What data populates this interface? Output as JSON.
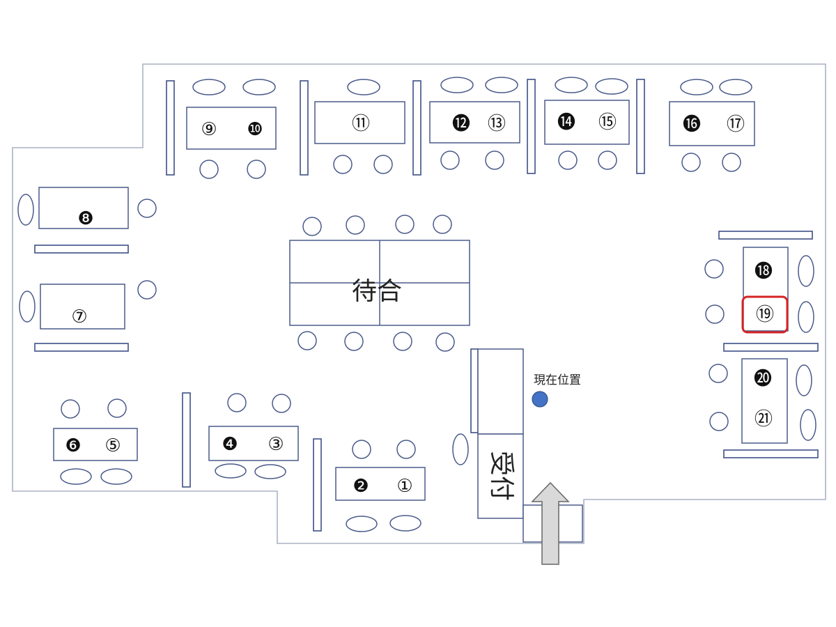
{
  "map": {
    "waiting_label": "待合",
    "reception_label": "受付",
    "current_location_label": "現在位置",
    "highlighted_seat": "⑲",
    "colors": {
      "outline": "#aab2c4",
      "furniture": "#4a5a8a",
      "current_location_dot": "#4472c4",
      "highlight": "#d62424",
      "entrance_arrow": "#d9d9d9"
    },
    "seat_numbers": {
      "n1": "①",
      "n2": "❷",
      "n3": "③",
      "n4": "❹",
      "n5": "⑤",
      "n6": "❻",
      "n7": "⑦",
      "n8": "❽",
      "n9": "⑨",
      "n10": "❿",
      "n11": "⑪",
      "n12": "⓬",
      "n13": "⑬",
      "n14": "⓮",
      "n15": "⑮",
      "n16": "⓰",
      "n17": "⑰",
      "n18": "⓲",
      "n19": "⑲",
      "n20": "⓴",
      "n21": "㉑"
    }
  }
}
